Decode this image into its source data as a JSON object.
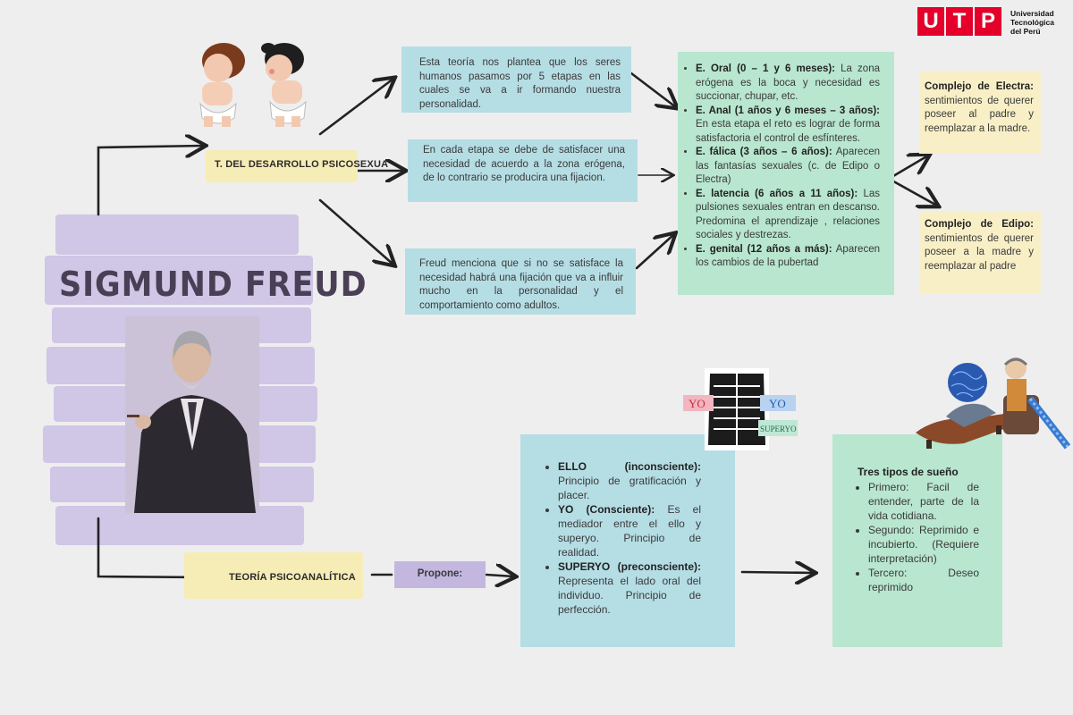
{
  "title": "SIGMUND FREUD",
  "logo": {
    "letters": [
      "U",
      "T",
      "P"
    ],
    "line1": "Universidad",
    "line2": "Tecnológica",
    "line3": "del Perú",
    "color": "#e4002b"
  },
  "branch_top": {
    "label": "T. DEL DESARROLLO PSICOSEXUA"
  },
  "branch_bottom": {
    "label": "TEORÍA PSICOANALÍTICA"
  },
  "box1": {
    "text": "Esta teoría nos plantea que los seres humanos pasamos por 5 etapas en las cuales se va a ir formando nuestra personalidad."
  },
  "box2": {
    "text": "En cada etapa se debe de satisfacer una necesidad de acuerdo a la zona erógena, de lo contrario se producira una fijacion."
  },
  "box3": {
    "text": "Freud menciona que si no se satisface la necesidad habrá una fijación que va a influir mucho en la personalidad y el comportamiento como adultos."
  },
  "stages": [
    {
      "head": "E. Oral (0 – 1 y 6 meses):",
      "text": " La zona erógena es la boca y necesidad es succionar, chupar, etc."
    },
    {
      "head": "E. Anal (1 años y 6 meses – 3 años):",
      "text": " En esta etapa el reto es lograr de forma satisfactoria el control de esfínteres."
    },
    {
      "head": "E. fálica (3 años – 6 años):",
      "text": " Aparecen las fantasías sexuales (c. de Edipo o Electra)"
    },
    {
      "head": "E. latencia (6 años a 11 años):",
      "text": " Las pulsiones sexuales entran en descanso. Predomina el aprendizaje , relaciones sociales y destrezas."
    },
    {
      "head": "E. genital (12 años a más):",
      "text": " Aparecen los cambios de la pubertad"
    }
  ],
  "electra": {
    "head": "Complejo de Electra:",
    "text": " sentimientos de querer poseer al padre y reemplazar a la madre."
  },
  "edipo": {
    "head": "Complejo de Edipo:",
    "text": " sentimientos de querer poseer a la madre y reemplazar al padre"
  },
  "propone": {
    "label": "Propone:"
  },
  "structures": [
    {
      "head": "ELLO (inconsciente):",
      "text": " Principio de gratificación y placer."
    },
    {
      "head": "YO (Consciente):",
      "text": " Es el mediador entre el ello y superyo. Principio de realidad."
    },
    {
      "head": "SUPERYO (preconsciente):",
      "text": " Representa el lado oral del individuo. Principio de perfección."
    }
  ],
  "dreams": {
    "title": "Tres tipos de sueño",
    "items": [
      {
        "text": "Primero: Facil de entender, parte de la vida cotidiana."
      },
      {
        "text": "Segundo: Reprimido e incubierto. (Requiere interpretación)"
      },
      {
        "text": "Tercero: Deseo reprimido"
      }
    ]
  },
  "mask_labels": {
    "yo_left": "YO",
    "yo_right": "YO",
    "superyo": "SUPERYO"
  }
}
